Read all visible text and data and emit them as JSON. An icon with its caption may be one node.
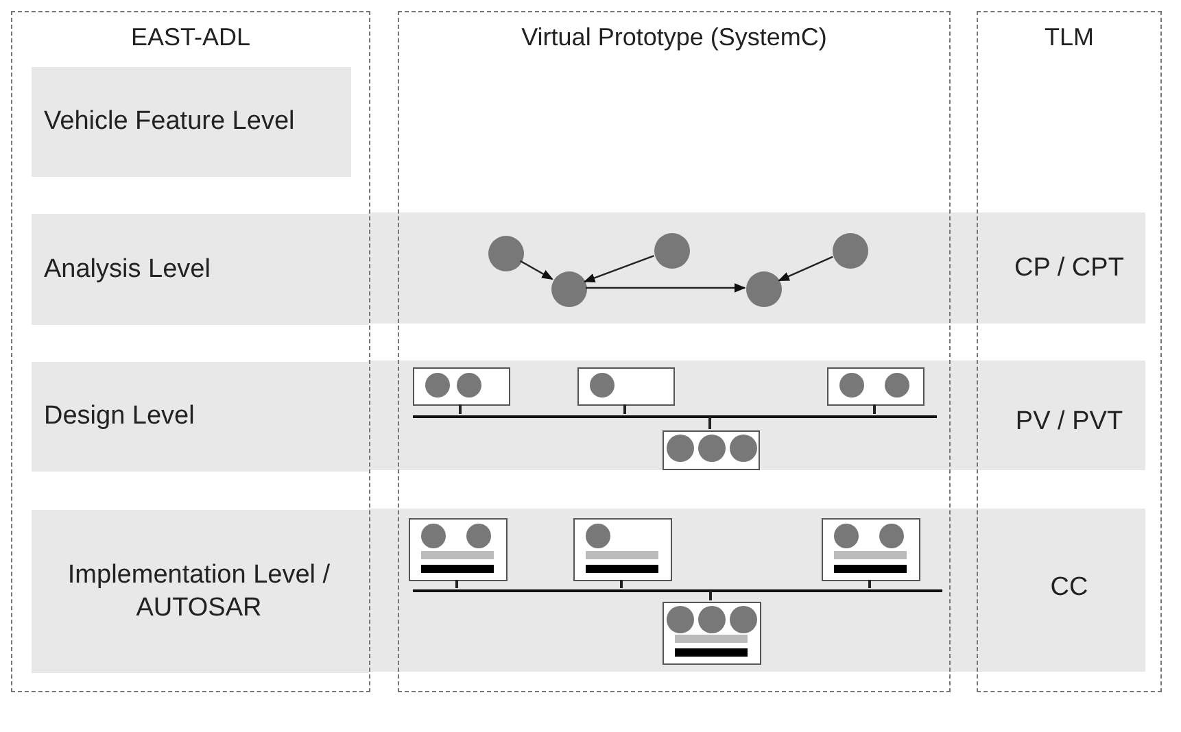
{
  "diagram": {
    "nodes": [
      {
        "text": [
          "EAST-ADL"
        ]
      },
      {
        "text": [
          "Virtual Prototype (SystemC)"
        ]
      },
      {
        "text": [
          "TLM"
        ]
      },
      {
        "text": [
          "Vehicle Feature Level"
        ],
        "in": 0
      },
      {
        "text": [
          "Analysis Level"
        ],
        "in": 0
      },
      {
        "text": [],
        "shape": "circle",
        "in": 1
      },
      {
        "text": [],
        "shape": "circle",
        "in": 1
      },
      {
        "text": [],
        "shape": "circle",
        "in": 1
      },
      {
        "text": [],
        "shape": "circle",
        "in": 1
      },
      {
        "text": [],
        "shape": "circle",
        "in": 1
      },
      {
        "text": [
          "Design Level"
        ],
        "in": 0
      },
      {
        "text": [],
        "shape": "box",
        "in": 1
      },
      {
        "text": [],
        "shape": "box",
        "in": 1
      },
      {
        "text": [],
        "shape": "box",
        "in": 1
      },
      {
        "text": [],
        "shape": "bar",
        "in": 1
      },
      {
        "text": [],
        "shape": "box",
        "in": 1
      },
      {
        "text": [
          "Implementation Level / AUTOSAR"
        ],
        "in": 0
      },
      {
        "text": [],
        "shape": "box",
        "in": 1
      },
      {
        "text": [],
        "shape": "box",
        "in": 1
      },
      {
        "text": [],
        "shape": "box",
        "in": 1
      },
      {
        "text": [],
        "shape": "bar",
        "in": 1
      },
      {
        "text": [],
        "shape": "box",
        "in": 1
      }
    ],
    "edges": [
      {
        "from": 5,
        "to": 6,
        "arrow": "to"
      },
      {
        "from": 7,
        "to": 6,
        "arrow": "to"
      },
      {
        "from": 6,
        "to": 8,
        "arrow": "to"
      },
      {
        "from": 9,
        "to": 8,
        "arrow": "to"
      },
      {
        "from": 11,
        "to": 14,
        "arrow": "none"
      },
      {
        "from": 12,
        "to": 14,
        "arrow": "none"
      },
      {
        "from": 13,
        "to": 14,
        "arrow": "none"
      },
      {
        "from": 14,
        "to": 15,
        "arrow": "none"
      },
      {
        "from": 17,
        "to": 20,
        "arrow": "none"
      },
      {
        "from": 18,
        "to": 20,
        "arrow": "none"
      },
      {
        "from": 19,
        "to": 20,
        "arrow": "none"
      },
      {
        "from": 20,
        "to": 21,
        "arrow": "none"
      }
    ],
    "labels": [
      "CP / CPT",
      "PV / PVT",
      "CC"
    ]
  }
}
